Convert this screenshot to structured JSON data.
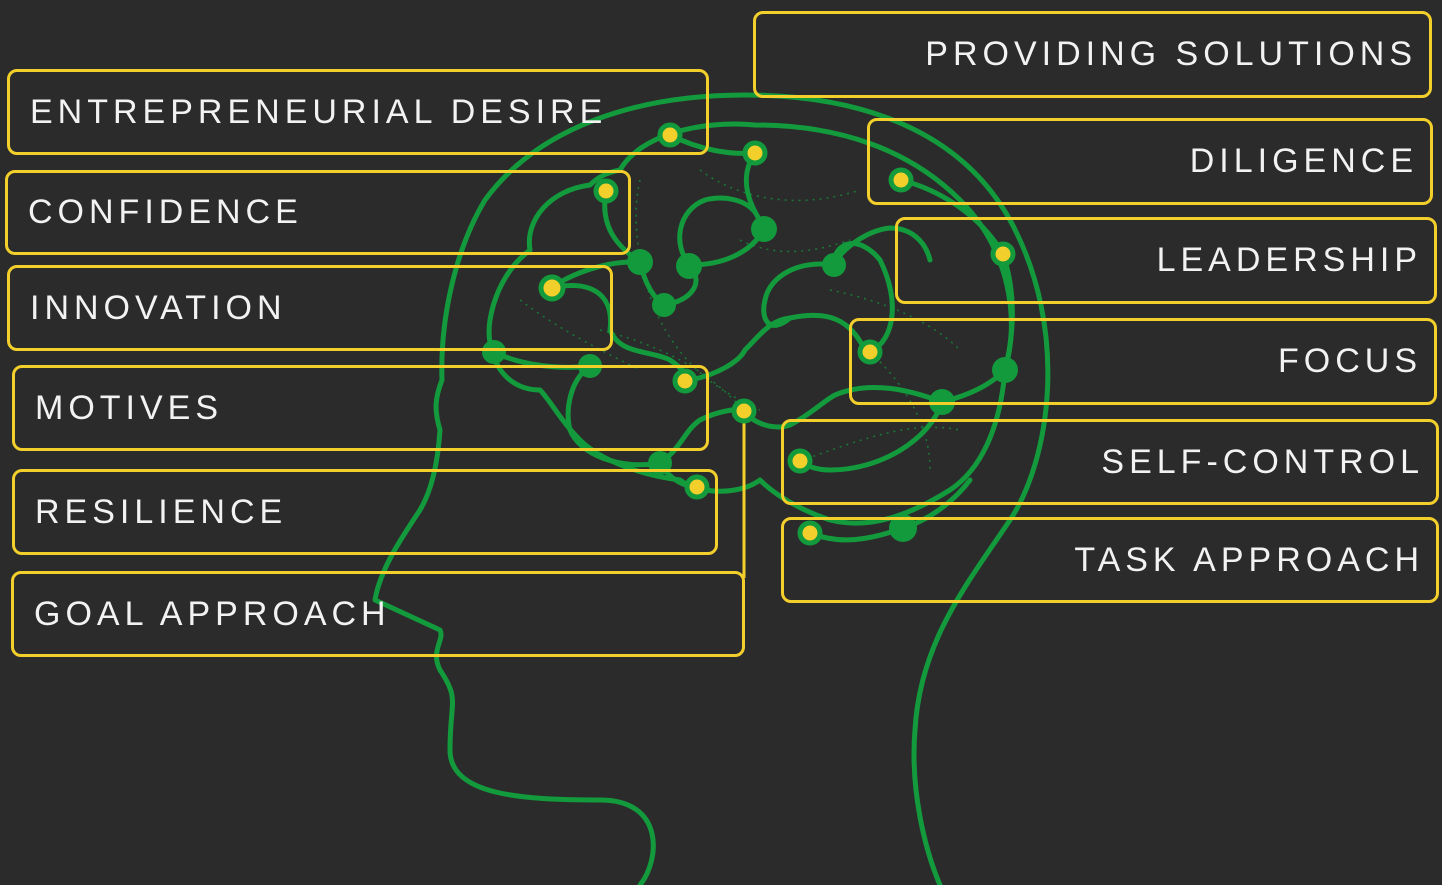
{
  "colors": {
    "background": "#2b2b2b",
    "outline_green": "#139a3c",
    "dot_yellow": "#f3cf2c",
    "text": "#f2f2f2"
  },
  "labels": {
    "entrepreneurial_desire": "ENTREPRENEURIAL DESIRE",
    "confidence": "CONFIDENCE",
    "innovation": "INNOVATION",
    "motives": "MOTIVES",
    "resilience": "RESILIENCE",
    "goal_approach": "GOAL APPROACH",
    "providing_solutions": "PROVIDING SOLUTIONS",
    "diligence": "DILIGENCE",
    "leadership": "LEADERSHIP",
    "focus": "FOCUS",
    "self_control": "SELF-CONTROL",
    "task_approach": "TASK APPROACH"
  }
}
